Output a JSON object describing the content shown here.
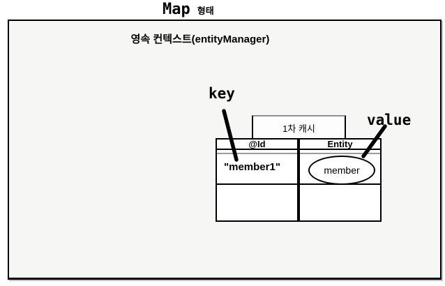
{
  "page": {
    "title_main": "Map",
    "title_suffix": "형태"
  },
  "diagram": {
    "container_title": "영속 컨텍스트(entityManager)",
    "key_label": "key",
    "value_label": "value",
    "cache_label": "1차 캐시",
    "table": {
      "headers": [
        "@Id",
        "Entity"
      ],
      "rows": [
        {
          "id": "\"member1\"",
          "entity": "member"
        },
        {
          "id": "",
          "entity": ""
        }
      ]
    },
    "colors": {
      "container_bg": "#f6f6f5",
      "line_black": "#000000",
      "accent_gray": "#9a9a9a",
      "tab_top_gray": "#8f8f8f"
    }
  }
}
